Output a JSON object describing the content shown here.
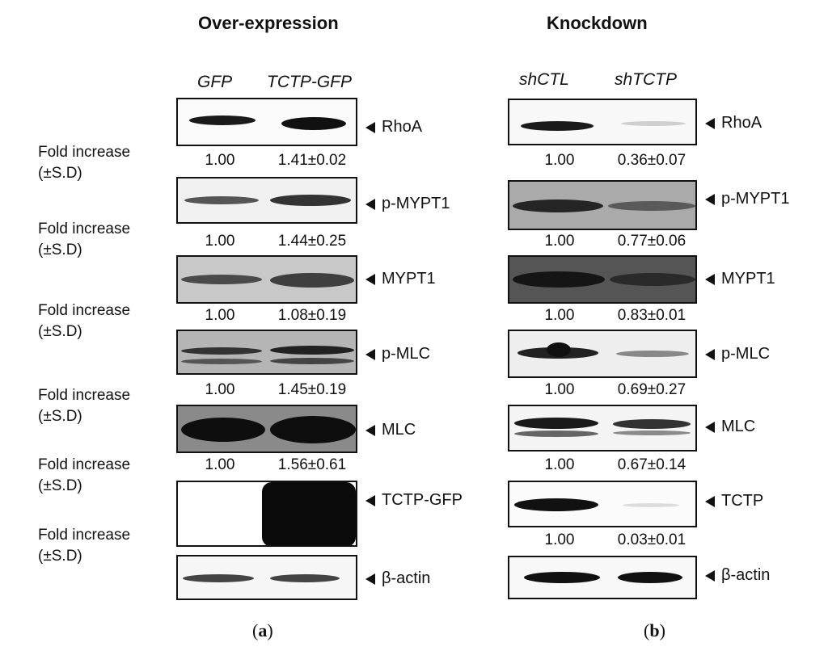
{
  "titles": {
    "left": "Over-expression",
    "right": "Knockdown"
  },
  "lanes": {
    "left": [
      "GFP",
      "TCTP-GFP"
    ],
    "right": [
      "shCTL",
      "shTCTP"
    ]
  },
  "fold_label": {
    "line1": "Fold increase",
    "line2": "(±S.D)"
  },
  "proteins_left": [
    "RhoA",
    "p-MYPT1",
    "MYPT1",
    "p-MLC",
    "MLC",
    "TCTP-GFP",
    "β-actin"
  ],
  "proteins_right": [
    "RhoA",
    "p-MYPT1",
    "MYPT1",
    "p-MLC",
    "MLC",
    "TCTP",
    "β-actin"
  ],
  "values_left": [
    [
      "1.00",
      "1.41±0.02"
    ],
    [
      "1.00",
      "1.44±0.25"
    ],
    [
      "1.00",
      "1.08±0.19"
    ],
    [
      "1.00",
      "1.45±0.19"
    ],
    [
      "1.00",
      "1.56±0.61"
    ]
  ],
  "values_right": [
    [
      "1.00",
      "0.36±0.07"
    ],
    [
      "1.00",
      "0.77±0.06"
    ],
    [
      "1.00",
      "0.83±0.01"
    ],
    [
      "1.00",
      "0.69±0.27"
    ],
    [
      "1.00",
      "0.67±0.14"
    ],
    [
      "1.00",
      "0.03±0.01"
    ]
  ],
  "panel_labels": {
    "a": "(a)",
    "b": "(b)"
  },
  "blot_backgrounds": {
    "light": "#f4f4f4",
    "mid": "#bdbdbd",
    "dark": "#5d5d5d",
    "white": "#ffffff"
  },
  "band_color": "#111111"
}
